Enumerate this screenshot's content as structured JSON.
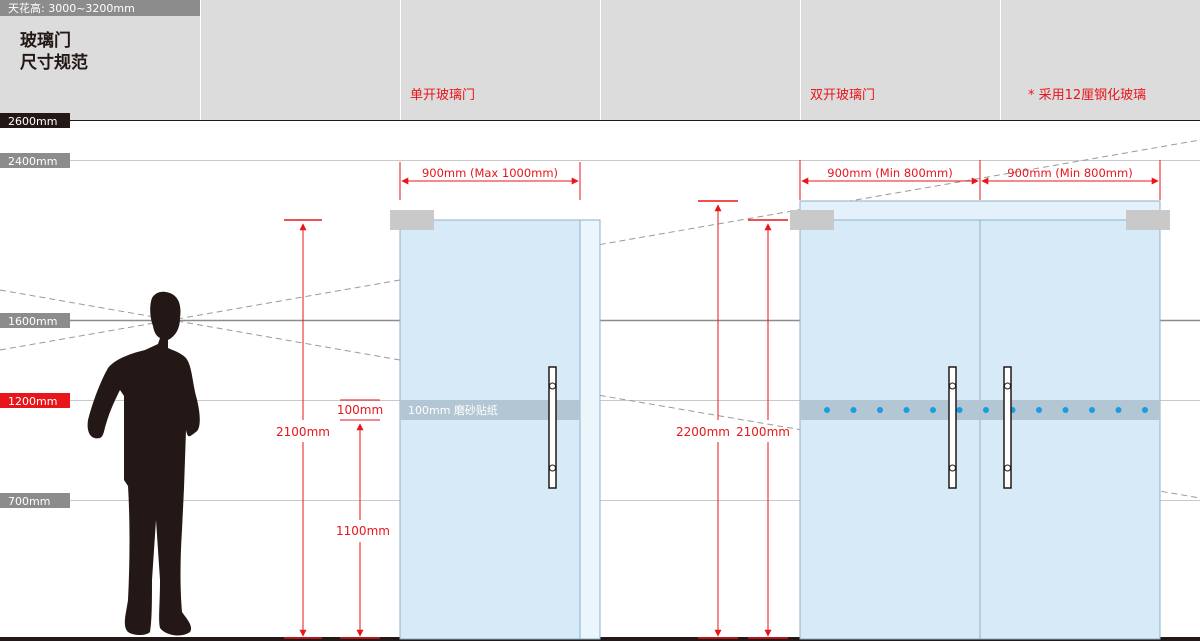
{
  "colors": {
    "header_bg": "#dcdcdd",
    "accent_red": "#e8161a",
    "glass_fill": "#d6eaf8",
    "glass_stroke": "#8fb1c9",
    "frosted_band": "#b3c6d3",
    "dot_blue": "#1b9be3",
    "figure": "#231815",
    "label_gray": "#8c8c8c",
    "label_dark": "#231815"
  },
  "header": {
    "ceiling_note": "天花高: 3000~3200mm",
    "title_line1": "玻璃门",
    "title_line2": "尺寸规范",
    "col_single": "单开玻璃门",
    "col_double": "双开玻璃门",
    "col_note": "* 采用12厘钢化玻璃"
  },
  "height_labels": {
    "h2600": "2600mm",
    "h2400": "2400mm",
    "h1600": "1600mm",
    "h1200": "1200mm",
    "h700": "700mm"
  },
  "single_door": {
    "width_label": "900mm (Max 1000mm)",
    "height_label": "2100mm",
    "band_height_label": "100mm",
    "band_elevation_label": "1100mm",
    "band_text": "100mm 磨砂贴纸"
  },
  "double_door": {
    "left_width_label": "900mm (Min 800mm)",
    "right_width_label": "900mm (Min 800mm)",
    "overall_height_label": "2200mm",
    "door_height_label": "2100mm",
    "dot_count": 13
  },
  "icons": {
    "person": "person-silhouette-icon",
    "handle": "door-pull-handle-icon"
  }
}
